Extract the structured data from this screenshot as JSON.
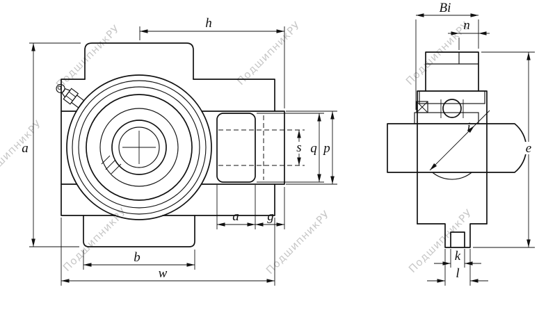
{
  "watermark": {
    "text": "ПодшипникРУ"
  },
  "drawing": {
    "views": {
      "front": {
        "dims": {
          "h": "h",
          "a_height": "a",
          "s": "s",
          "q": "q",
          "p": "p",
          "a_slot": "a",
          "g": "g",
          "b": "b",
          "w": "w"
        }
      },
      "side": {
        "dims": {
          "bi": "Bi",
          "n": "n",
          "i": "i",
          "e": "e",
          "k": "k",
          "l": "l"
        }
      }
    }
  }
}
